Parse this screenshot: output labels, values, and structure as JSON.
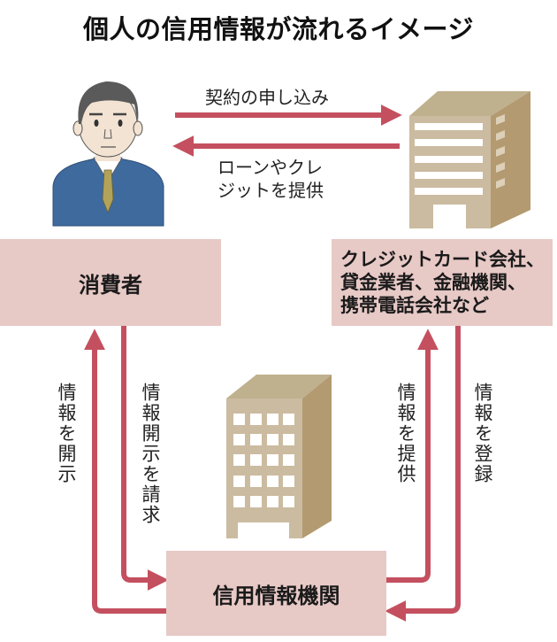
{
  "title": "個人の信用情報が流れるイメージ",
  "colors": {
    "arrow": "#c4505f",
    "box_fill": "#e7c9c6",
    "building_front": "#cbbba0",
    "building_side": "#b39a70",
    "building_top": "#bfb08e",
    "suit": "#3f6a9e",
    "tie": "#b3a35a",
    "skin": "#f3e3d3",
    "hair": "#5a5a5a"
  },
  "nodes": {
    "consumer": {
      "label": "消費者",
      "icon": "person-icon"
    },
    "company": {
      "lines": [
        "クレジットカード会社、",
        "貸金業者、金融機関、",
        "携帯電話会社など"
      ],
      "icon": "office-building-icon"
    },
    "bureau": {
      "label": "信用情報機関",
      "icon": "tower-building-icon"
    }
  },
  "edges": {
    "apply": {
      "label": "契約の申し込み",
      "from": "consumer",
      "to": "company"
    },
    "provide_credit": {
      "lines": [
        "ローンやクレ",
        "ジットを提供"
      ],
      "from": "company",
      "to": "consumer"
    },
    "disclose": {
      "label": "情報を開示",
      "from": "bureau",
      "to": "consumer"
    },
    "request_disclosure": {
      "label": "情報開示を請求",
      "from": "consumer",
      "to": "bureau"
    },
    "provide_info": {
      "label": "情報を提供",
      "from": "bureau",
      "to": "company"
    },
    "register_info": {
      "label": "情報を登録",
      "from": "company",
      "to": "bureau"
    }
  }
}
